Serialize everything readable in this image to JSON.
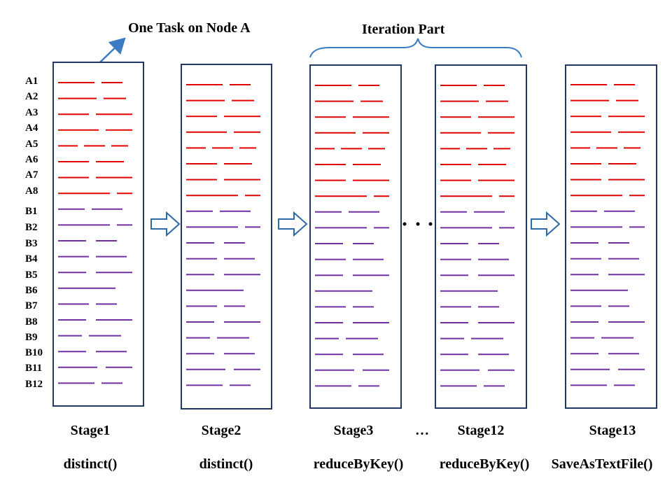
{
  "annotations": {
    "task_label": "One Task on  Node A",
    "iteration_label": "Iteration Part",
    "ellipsis_between": "...",
    "ellipsis_label": "…"
  },
  "row_labels": [
    "A1",
    "A2",
    "A3",
    "A4",
    "A5",
    "A6",
    "A7",
    "A8",
    "B1",
    "B2",
    "B3",
    "B4",
    "B5",
    "B6",
    "B7",
    "B8",
    "B9",
    "B10",
    "B11",
    "B12"
  ],
  "stages": [
    {
      "name": "Stage1",
      "op": "distinct()"
    },
    {
      "name": "Stage2",
      "op": "distinct()"
    },
    {
      "name": "Stage3",
      "op": "reduceByKey()"
    },
    {
      "name": "Stage12",
      "op": "reduceByKey()"
    },
    {
      "name": "Stage13",
      "op": "SaveAsTextFile()"
    }
  ],
  "colors": {
    "box_border": "#1f3864",
    "record_a": "#e00000",
    "record_b": "#7030a0",
    "arrow": "#2e6aa7",
    "pointer": "#3b7cc4"
  }
}
